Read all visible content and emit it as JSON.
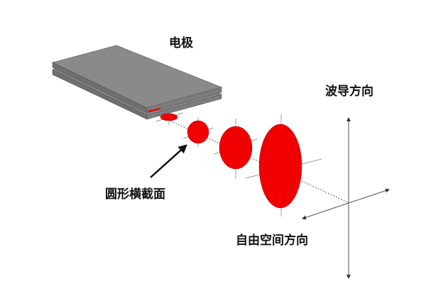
{
  "labels": {
    "electrode": "电极",
    "waveguide_direction": "波导方向",
    "circular_cross_section": "圆形横截面",
    "free_space_direction": "自由空间方向"
  },
  "colors": {
    "beam": "#f00000",
    "electrode": "#7a7a7a",
    "axis": "#555555"
  }
}
